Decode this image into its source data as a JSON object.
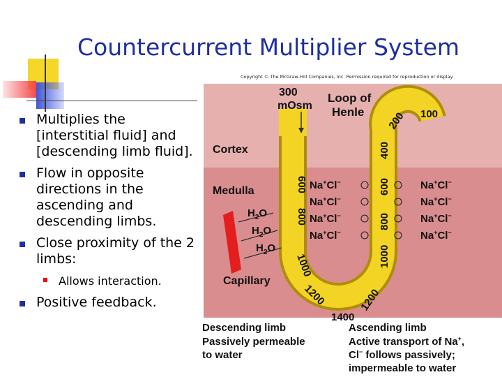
{
  "slide": {
    "title": "Countercurrent Multiplier System",
    "bullets": [
      {
        "text": "Multiplies the [interstitial fluid] and [descending limb fluid]."
      },
      {
        "text": "Flow in opposite directions in the ascending and descending limbs."
      },
      {
        "text": "Close proximity of the 2 limbs:"
      },
      {
        "text": "Allows interaction.",
        "level": 2
      },
      {
        "text": "Positive feedback."
      }
    ]
  },
  "figure": {
    "copyright": "Copyright © The McGraw-Hill Companies, Inc. Permission required for reproduction or display.",
    "labels": {
      "osm_top": "300",
      "osm_unit": "mOsm",
      "loop_1": "Loop of",
      "loop_2": "Henle",
      "cortex": "Cortex",
      "medulla": "Medulla",
      "capillary": "Capillary",
      "water": "H",
      "water_sub": "2",
      "water_end": "O",
      "desc_1": "Descending limb",
      "desc_2": "Passively permeable",
      "desc_3": "to water",
      "asc_1": "Ascending limb",
      "asc_2": "Active transport of Na",
      "asc_2_sup": "+",
      "asc_2_end": ",",
      "asc_3_a": "Cl",
      "asc_3_sup": "−",
      "asc_3_b": " follows passively;",
      "asc_4": "impermeable to water",
      "na": "Na",
      "na_sup": "+",
      "cl": "Cl",
      "cl_sup": "−"
    },
    "desc_values": [
      "600",
      "800",
      "1000",
      "1200"
    ],
    "bottom_value": "1400",
    "asc_values": [
      "1200",
      "1000",
      "800",
      "600",
      "400",
      "200",
      "100"
    ],
    "colors": {
      "title": "#1f2f9e",
      "bullet": "#1f2f9e",
      "sub_bullet": "#ee1111",
      "tube": "#f0cf1c",
      "cortex_bg": "#e6b0ae",
      "medulla_bg": "#d98d8e",
      "capillary": "#e41e1e"
    }
  }
}
